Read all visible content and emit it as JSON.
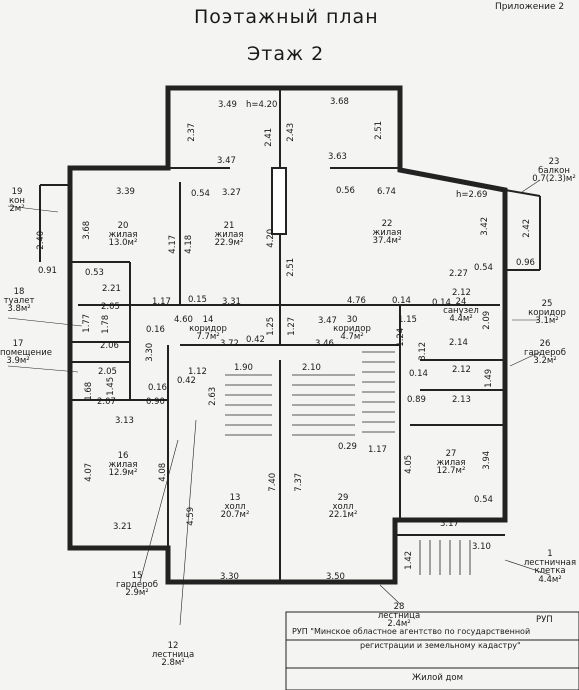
{
  "header": {
    "title": "Поэтажный план",
    "floor": "Этаж 2",
    "appendix": "Приложение 2"
  },
  "rooms": [
    {
      "id": "r23",
      "num": "23",
      "name": "балкон",
      "area": "0.7(2.3)м²"
    },
    {
      "id": "r20",
      "num": "20",
      "name": "жилая",
      "area": "13.0м²"
    },
    {
      "id": "r21",
      "num": "21",
      "name": "жилая",
      "area": "22.9м²"
    },
    {
      "id": "r22",
      "num": "22",
      "name": "жилая",
      "area": "37.4м²"
    },
    {
      "id": "r18",
      "num": "18",
      "name": "туалет",
      "area": "3.8м²"
    },
    {
      "id": "r17",
      "num": "17",
      "name": "помещение",
      "area": "3.9м²"
    },
    {
      "id": "r14",
      "num": "14",
      "name": "коридор",
      "area": "7.7м²"
    },
    {
      "id": "r30",
      "num": "30",
      "name": "коридор",
      "area": "4.7м²"
    },
    {
      "id": "r24",
      "num": "24",
      "name": "санузел",
      "area": "4.4м²"
    },
    {
      "id": "r25",
      "num": "25",
      "name": "коридор",
      "area": "3.1м²"
    },
    {
      "id": "r26",
      "num": "26",
      "name": "гардероб",
      "area": "3.2м²"
    },
    {
      "id": "r16",
      "num": "16",
      "name": "жилая",
      "area": "12.9м²"
    },
    {
      "id": "r13",
      "num": "13",
      "name": "холл",
      "area": "20.7м²"
    },
    {
      "id": "r29",
      "num": "29",
      "name": "холл",
      "area": "22.1м²"
    },
    {
      "id": "r27",
      "num": "27",
      "name": "жилая",
      "area": "12.7м²"
    },
    {
      "id": "r15",
      "num": "15",
      "name": "гардероб",
      "area": "2.9м²"
    },
    {
      "id": "r1",
      "num": "1",
      "name": "лестничная клетка",
      "area": "4.4м²"
    },
    {
      "id": "r28",
      "num": "28",
      "name": "лестница",
      "area": "2.4м²"
    },
    {
      "id": "r12",
      "num": "12",
      "name": "лестница",
      "area": "2.8м²"
    },
    {
      "id": "r19",
      "num": "19",
      "name": "кон",
      "area": "2м²"
    }
  ],
  "dims": [
    "3.49",
    "h=4.20",
    "3.68",
    "2.37",
    "2.41",
    "2.43",
    "2.51",
    "3.47",
    "3.63",
    "3.39",
    "0.54",
    "3.27",
    "0.56",
    "6.74",
    "h=2.69",
    "2.40",
    "3.68",
    "4.17",
    "4.18",
    "4.20",
    "3.42",
    "2.42",
    "0.91",
    "0.53",
    "2.51",
    "2.27",
    "0.54",
    "0.96",
    "2.21",
    "2.05",
    "1.17",
    "0.15",
    "3.31",
    "4.76",
    "0.14",
    "2.12",
    "0.14",
    "2.09",
    "1.77",
    "1.78",
    "0.16",
    "4.60",
    "3.72",
    "0.42",
    "1.25",
    "1.27",
    "3.47",
    "3.46",
    "1.24",
    "1.15",
    "2.06",
    "3.30",
    "3.12",
    "2.14",
    "2.05",
    "1.12",
    "1.90",
    "2.10",
    "0.14",
    "2.12",
    "1.49",
    "1.45",
    "0.16",
    "0.42",
    "1.68",
    "2.07",
    "0.90",
    "2.63",
    "0.89",
    "2.13",
    "3.13",
    "0.29",
    "1.17",
    "4.07",
    "4.08",
    "7.40",
    "7.37",
    "4.05",
    "3.94",
    "0.54",
    "4.59",
    "3.21",
    "3.17",
    "1.42",
    "3.10",
    "3.30",
    "3.50"
  ],
  "stamp": {
    "org": "РУП \"Минское областное агентство по государственной",
    "org2": "регистрации и земельному кадастру\"",
    "object": "Жилой дом",
    "code": "РУП"
  }
}
